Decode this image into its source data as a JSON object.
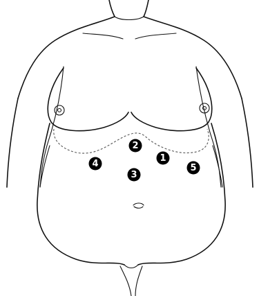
{
  "diagram": {
    "markers": [
      {
        "id": "m1",
        "label": "1"
      },
      {
        "id": "m2",
        "label": "2"
      },
      {
        "id": "m3",
        "label": "3"
      },
      {
        "id": "m4",
        "label": "4"
      },
      {
        "id": "m5",
        "label": "5"
      }
    ],
    "colors": {
      "line": "#111111",
      "marker_fill": "#000000",
      "marker_text": "#ffffff",
      "dashed": "#555555",
      "background": "#ffffff"
    }
  }
}
